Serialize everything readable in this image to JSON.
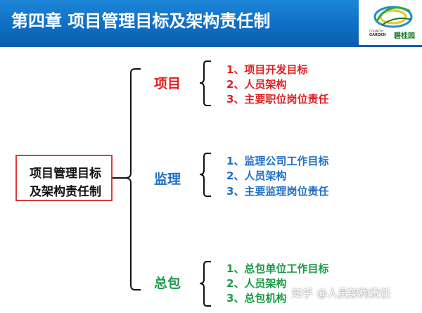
{
  "header": {
    "title": "第四章  项目管理目标及架构责任制",
    "logo": {
      "icon": "country-garden-logo-icon",
      "brand_cn": "碧桂园",
      "brand_en": "COUNTRY",
      "brand_en2": "GARDEN"
    }
  },
  "root": {
    "line1": "项目管理目标",
    "line2": "及架构责任制"
  },
  "categories": [
    {
      "label": "项目",
      "color": "#e01f1f",
      "items": [
        "1、项目开发目标",
        "2、人员架构",
        "3、主要职位岗位责任"
      ]
    },
    {
      "label": "监理",
      "color": "#1d6fc4",
      "items": [
        "1、监理公司工作目标",
        "2、人员架构",
        "3、主要监理岗位责任"
      ]
    },
    {
      "label": "总包",
      "color": "#1a9b45",
      "items": [
        "1、总包单位工作目标",
        "2、人员架构",
        "3、总包机构"
      ]
    }
  ],
  "watermark": "知乎 @人员架构责任"
}
